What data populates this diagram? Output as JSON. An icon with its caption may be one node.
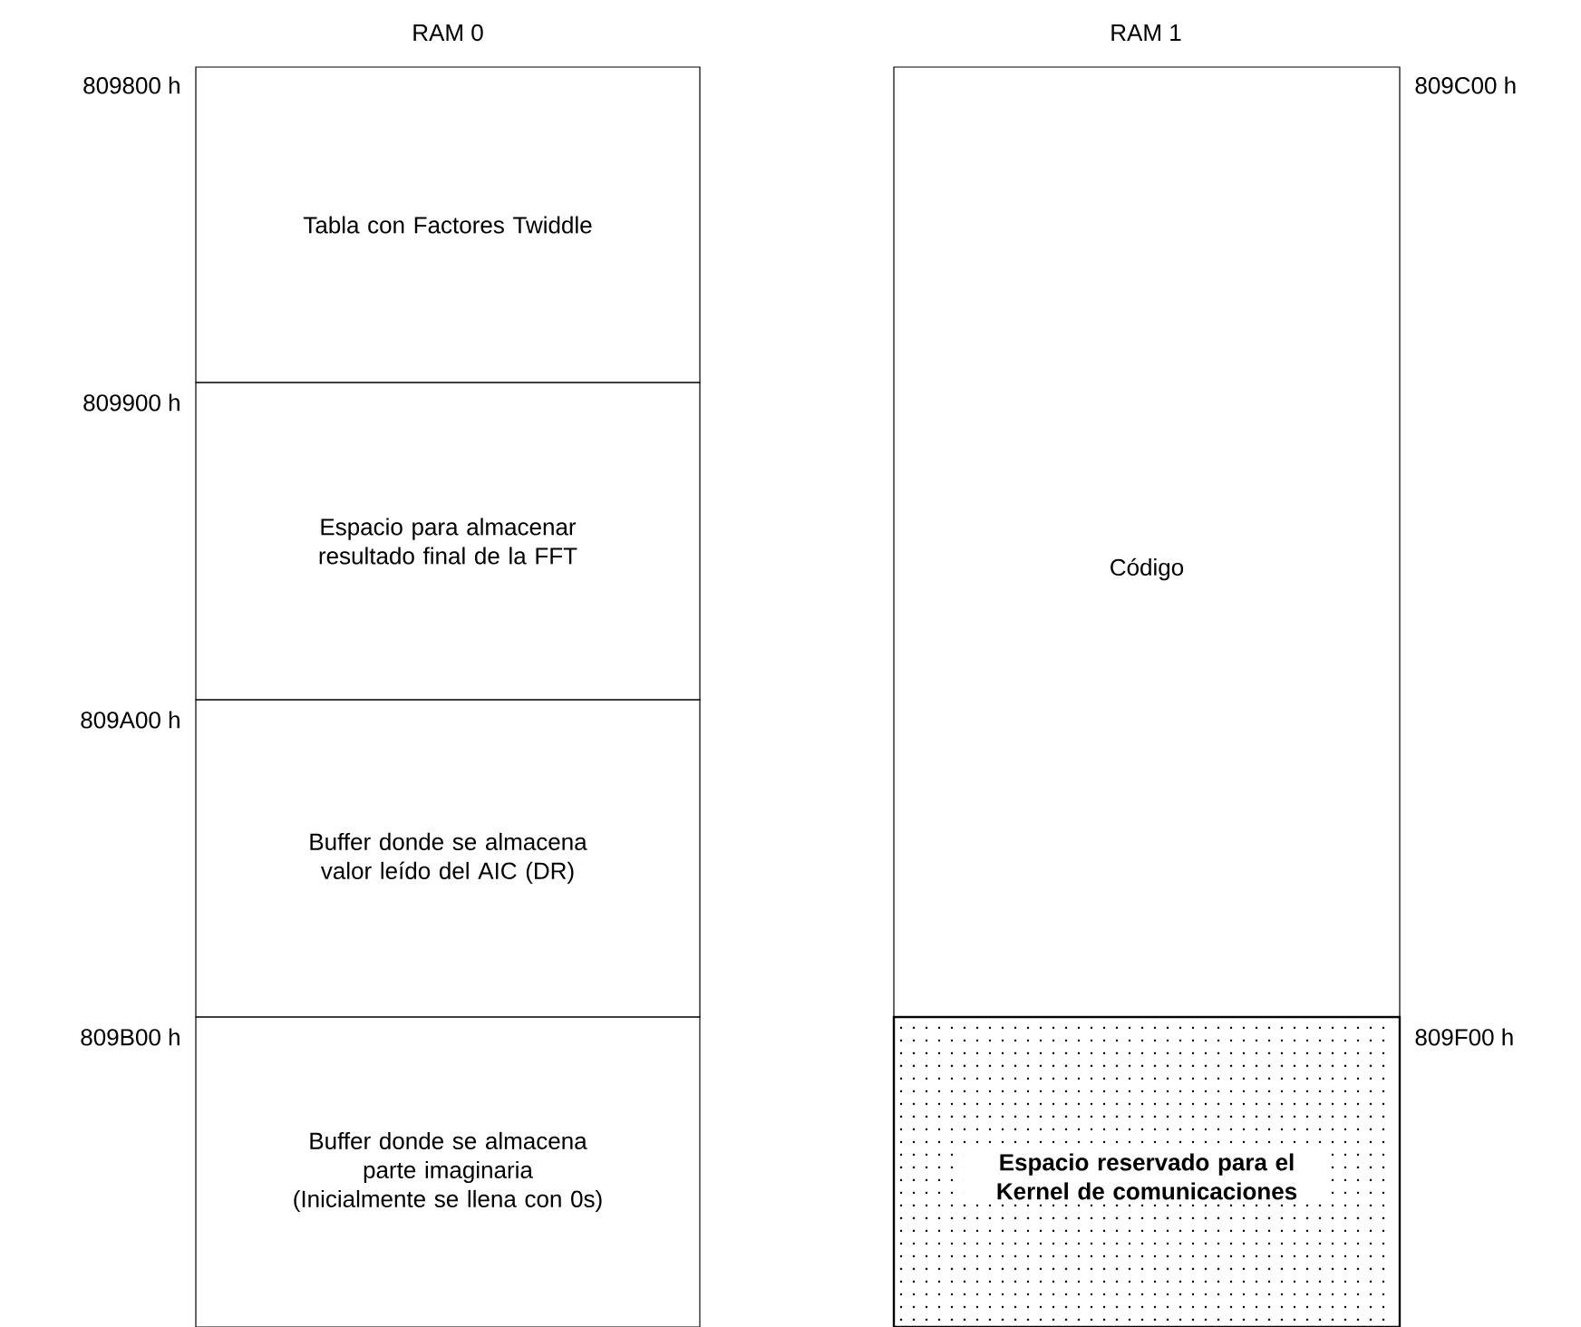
{
  "diagram": {
    "nodes": [
      {
        "text": [
          "Tabla con Factores Twiddle"
        ]
      },
      {
        "text": [
          "Espacio para almacenar resultado final de la FFT"
        ]
      },
      {
        "text": [
          "Buffer donde se almacena valor leído del AIC (DR)"
        ]
      },
      {
        "text": [
          "Buffer donde se almacena parte imaginaria (Inicialmente se llena con 0s)"
        ]
      },
      {
        "text": [
          "Código"
        ]
      },
      {
        "text": [
          "Espacio reservado para el Kernel de comunicaciones"
        ]
      }
    ],
    "labels": [
      "RAM 0",
      "RAM 1",
      "809800 h",
      "809C00 h",
      "809900 h",
      "809A00 h",
      "809B00 h",
      "809F00 h"
    ]
  }
}
